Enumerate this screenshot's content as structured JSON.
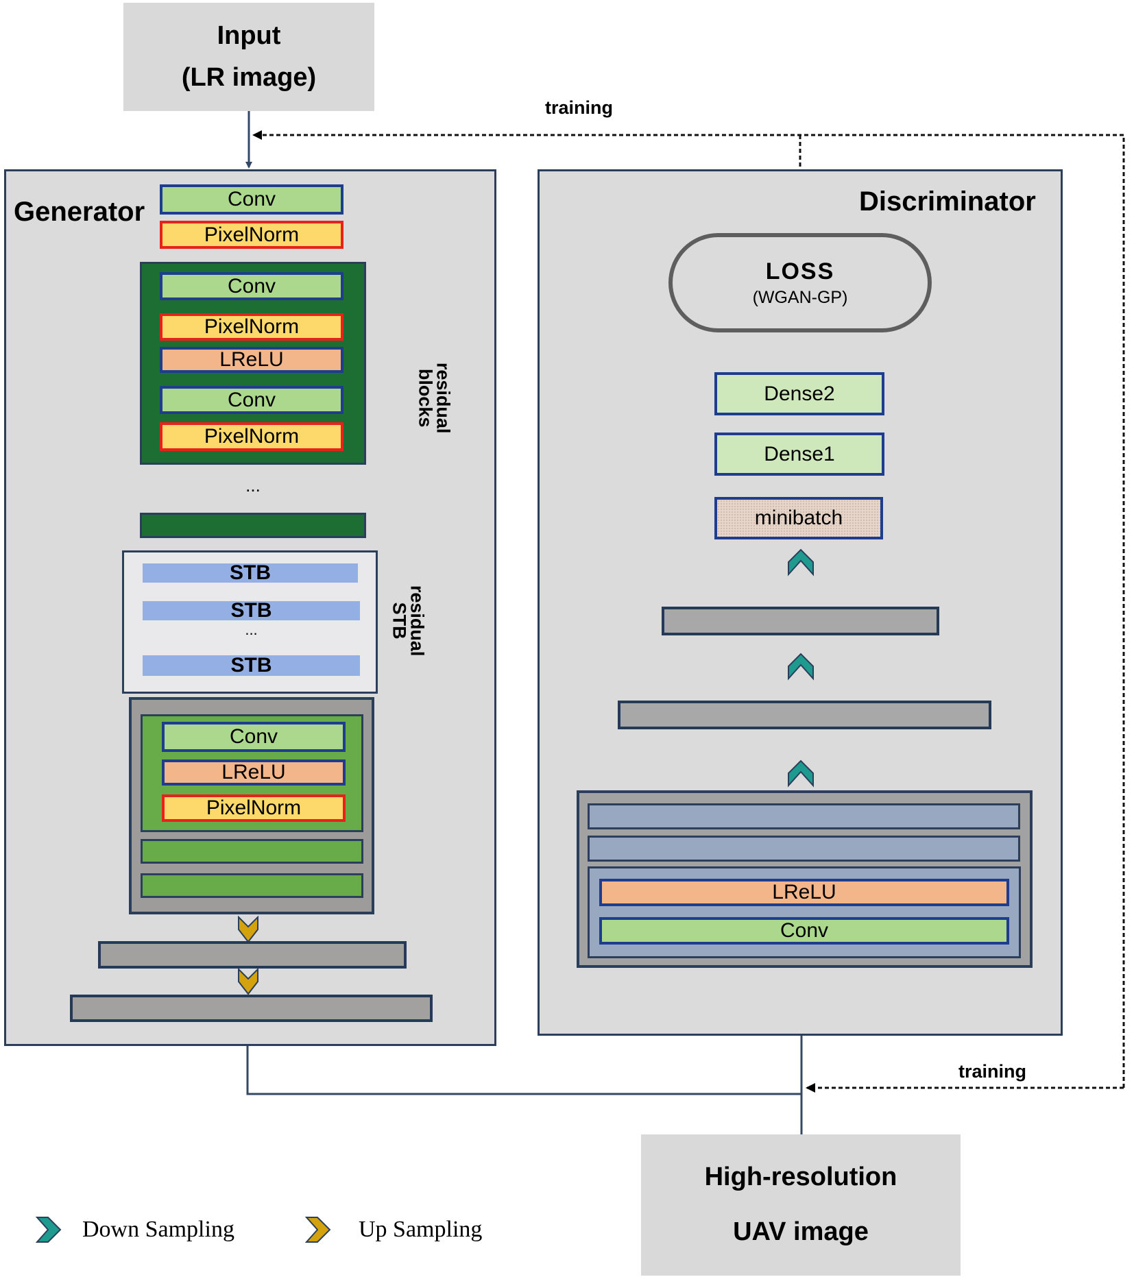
{
  "input": {
    "line1": "Input",
    "line2": "(LR image)"
  },
  "training_labels": {
    "top": "training",
    "bottom": "training"
  },
  "generator": {
    "title": "Generator",
    "head": [
      "Conv",
      "PixelNorm"
    ],
    "residual_block": [
      "Conv",
      "PixelNorm",
      "LReLU",
      "Conv",
      "PixelNorm"
    ],
    "ellipsis": "...",
    "residual_blocks_label": [
      "residual",
      "blocks"
    ],
    "stb_blocks": [
      "STB",
      "STB",
      "STB"
    ],
    "stb_ellipsis": "...",
    "residual_stb_label": [
      "residual",
      "STB"
    ],
    "tail_block": [
      "Conv",
      "LReLU",
      "PixelNorm"
    ]
  },
  "discriminator": {
    "title": "Discriminator",
    "loss": {
      "line1": "LOSS",
      "line2": "(WGAN-GP)"
    },
    "dense_layers": [
      "Dense2",
      "Dense1"
    ],
    "minibatch": "minibatch",
    "input_block": [
      "LReLU",
      "Conv"
    ]
  },
  "hr_input": {
    "line1": "High-resolution",
    "line2": "UAV image"
  },
  "legend": [
    {
      "icon": "teal-chevron-icon",
      "label": "Down Sampling",
      "color": "#1f9a8f"
    },
    {
      "icon": "gold-chevron-icon",
      "label": "Up Sampling",
      "color": "#d4a20c"
    }
  ],
  "colors": {
    "conv": "#acd88e",
    "pixelnorm": "#fcd96a",
    "lrelu": "#f3b68a",
    "stb": "#93afe3",
    "residual_block_bg": "#1c6e32",
    "tail_green": "#68ac4a",
    "disc_block_bg": "#98a8c0",
    "down_sampling": "#1f9a8f",
    "up_sampling": "#d4a20c"
  }
}
